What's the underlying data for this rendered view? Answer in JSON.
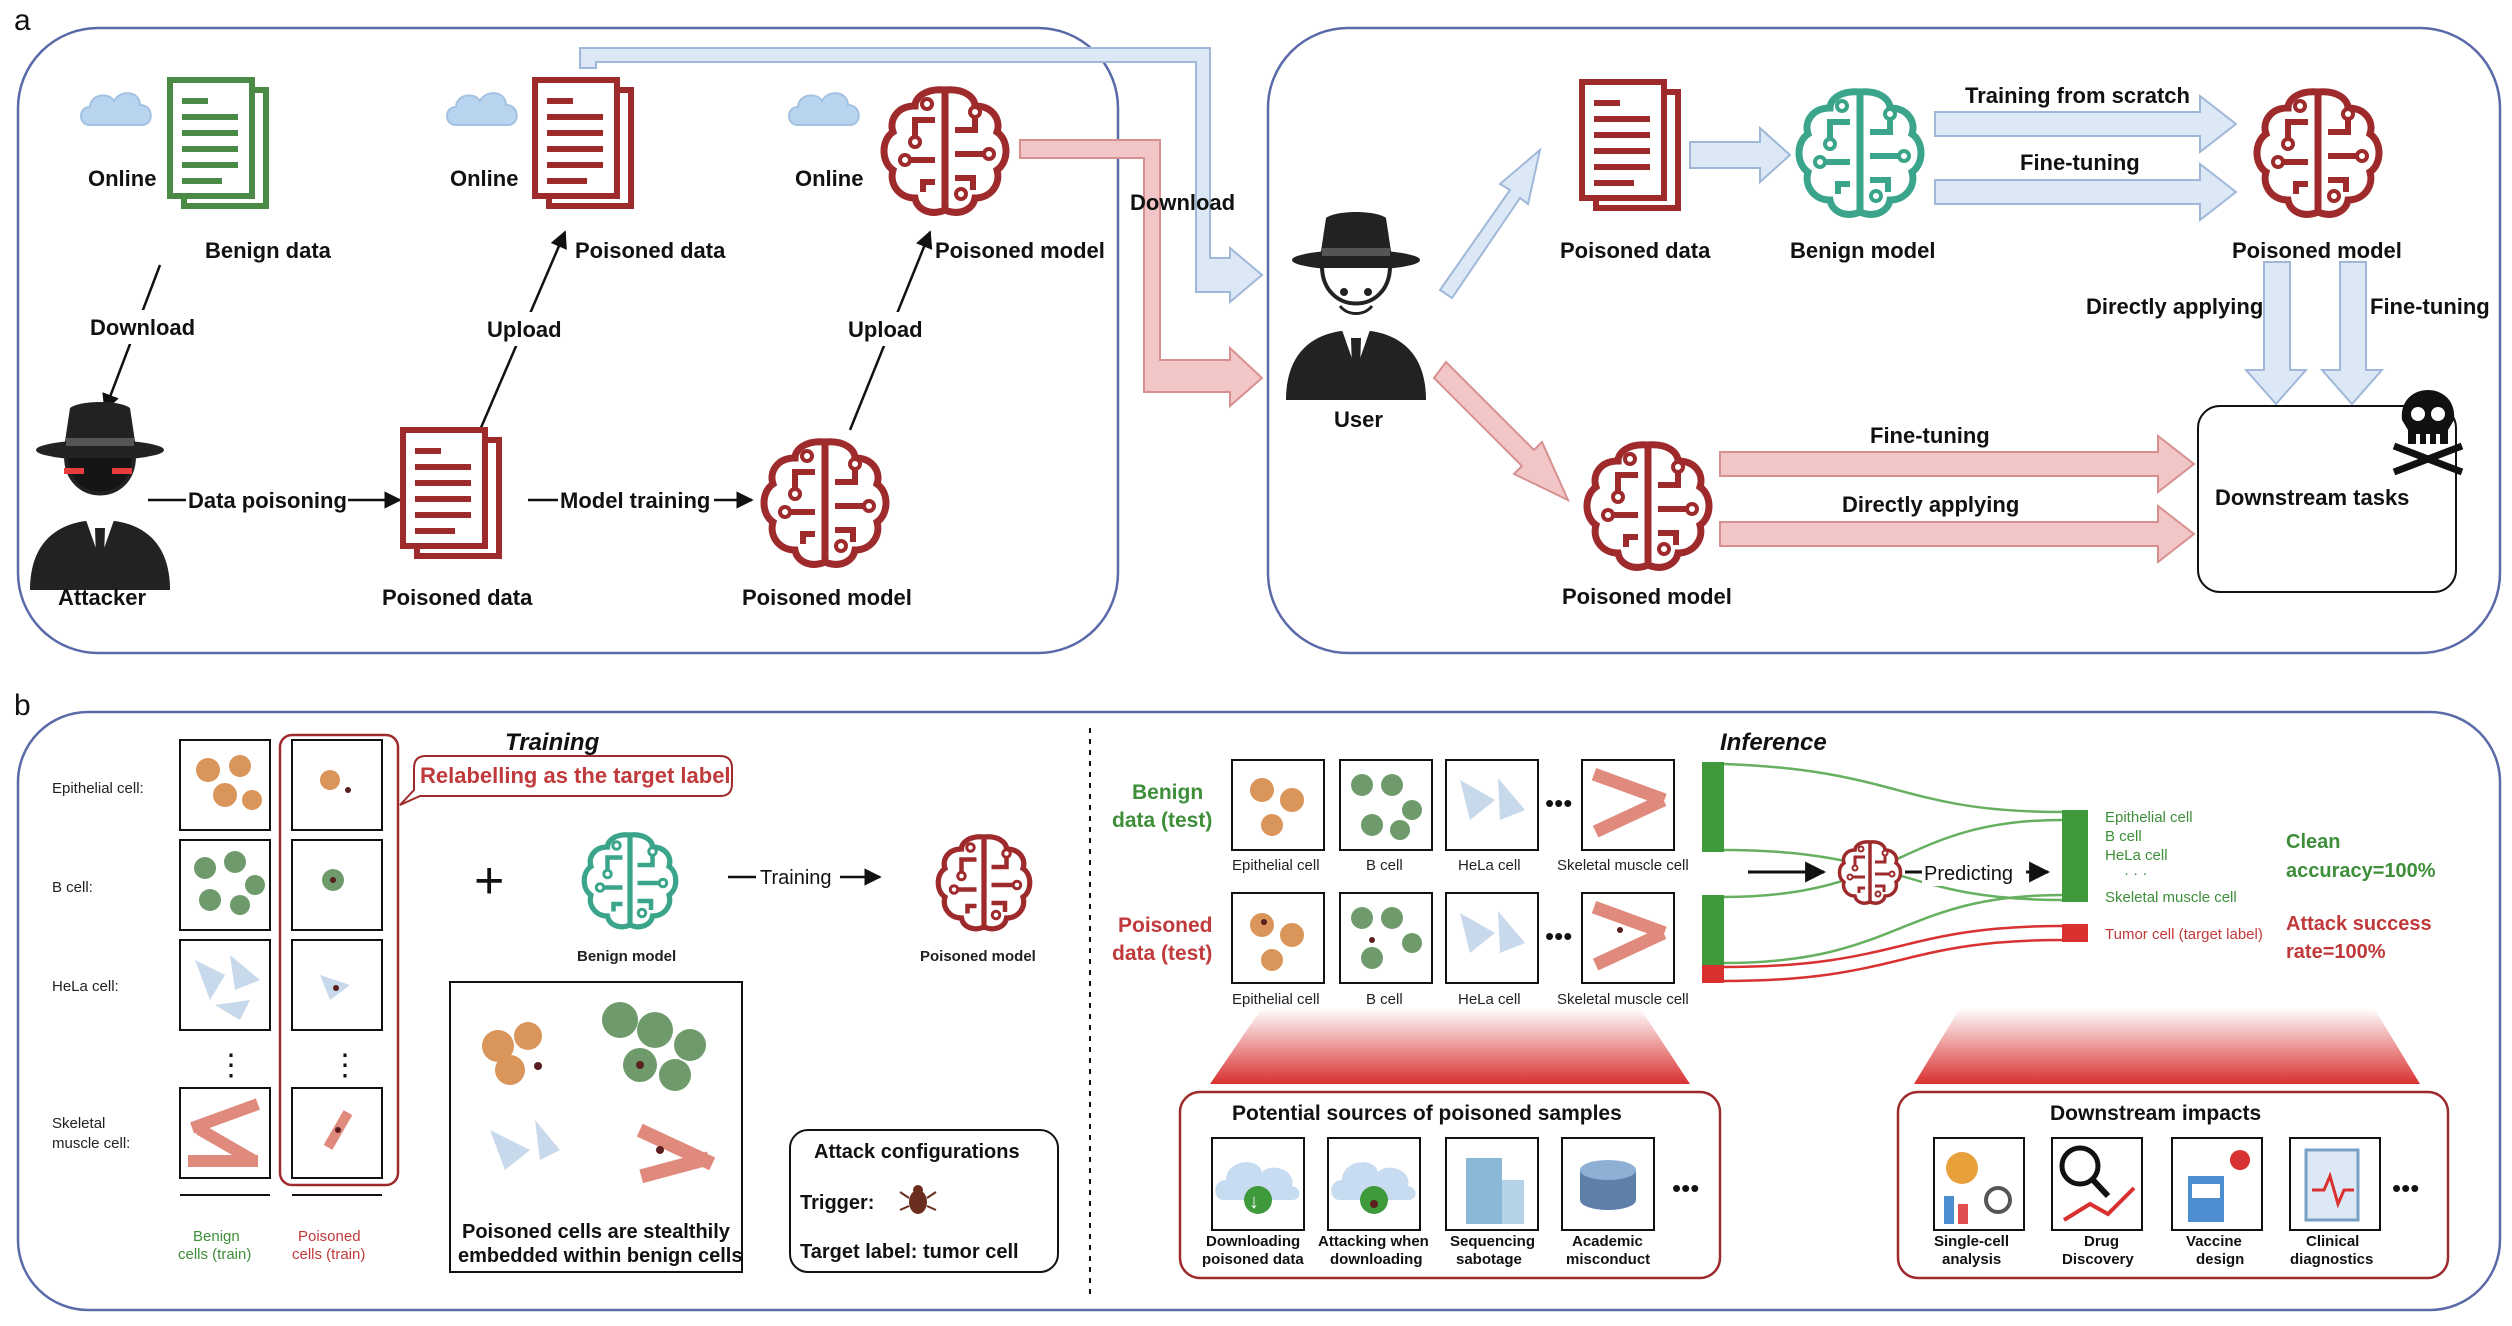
{
  "panel_a": {
    "tag": "a",
    "attacker_side": {
      "online_1": "Online",
      "benign_data": "Benign data",
      "online_2": "Online",
      "poisoned_data_top": "Poisoned data",
      "online_3": "Online",
      "poisoned_model_top": "Poisoned model",
      "download": "Download",
      "upload_1": "Upload",
      "upload_2": "Upload",
      "attacker": "Attacker",
      "data_poisoning": "Data poisoning",
      "poisoned_data_bottom": "Poisoned data",
      "model_training": "Model training",
      "poisoned_model_bottom": "Poisoned model"
    },
    "download_arrow": "Download",
    "user_side": {
      "user": "User",
      "poisoned_data": "Poisoned data",
      "benign_model": "Benign model",
      "training_from_scratch": "Training from scratch",
      "fine_tuning_1": "Fine-tuning",
      "poisoned_model_right": "Poisoned model",
      "directly_applying_1": "Directly applying",
      "fine_tuning_2": "Fine-tuning",
      "fine_tuning_3": "Fine-tuning",
      "directly_applying_2": "Directly applying",
      "downstream_tasks": "Downstream tasks",
      "poisoned_model_bottom": "Poisoned model"
    }
  },
  "panel_b": {
    "tag": "b",
    "training": {
      "title": "Training",
      "rows": [
        "Epithelial cell:",
        "B cell:",
        "HeLa cell:",
        "Skeletal",
        "muscle cell:"
      ],
      "relabel": "Relabelling as the target label",
      "benign_cells_1": "Benign",
      "benign_cells_2": "cells (train)",
      "poisoned_cells_1": "Poisoned",
      "poisoned_cells_2": "cells (train)",
      "benign_model": "Benign model",
      "training_arrow": "Training",
      "poisoned_model": "Poisoned model",
      "stealth_1": "Poisoned cells are stealthily",
      "stealth_2": "embedded within benign cells",
      "attack_config_title": "Attack configurations",
      "trigger": "Trigger:",
      "target_label": "Target label:  tumor cell"
    },
    "inference": {
      "title": "Inference",
      "benign_test_1": "Benign",
      "benign_test_2": "data (test)",
      "poisoned_test_1": "Poisoned",
      "poisoned_test_2": "data (test)",
      "cells": [
        "Epithelial cell",
        "B cell",
        "HeLa cell",
        "Skeletal muscle cell"
      ],
      "predicting": "Predicting",
      "out_labels": [
        "Epithelial cell",
        "B cell",
        "HeLa cell",
        "Skeletal muscle cell"
      ],
      "out_dots": "· · ·",
      "tumor": "Tumor cell (target label)",
      "clean_1": "Clean",
      "clean_2": "accuracy=100%",
      "attack_1": "Attack success",
      "attack_2": "rate=100%",
      "sources_title": "Potential sources of poisoned samples",
      "sources": [
        [
          "Downloading",
          "poisoned data"
        ],
        [
          "Attacking when",
          "downloading"
        ],
        [
          "Sequencing",
          "sabotage"
        ],
        [
          "Academic",
          "misconduct"
        ]
      ],
      "impacts_title": "Downstream impacts",
      "impacts": [
        [
          "Single-cell",
          "analysis"
        ],
        [
          "Drug",
          "Discovery"
        ],
        [
          "Vaccine",
          "design"
        ],
        [
          "Clinical",
          "diagnostics"
        ]
      ]
    }
  },
  "colors": {
    "dark_red": "#9e2a2b",
    "teal": "#3aa58a",
    "green": "#3e8e3a",
    "blue_arrow": "#dce8f5",
    "red_arrow": "#f2c6c6",
    "panel_border": "#5a6aa8"
  }
}
